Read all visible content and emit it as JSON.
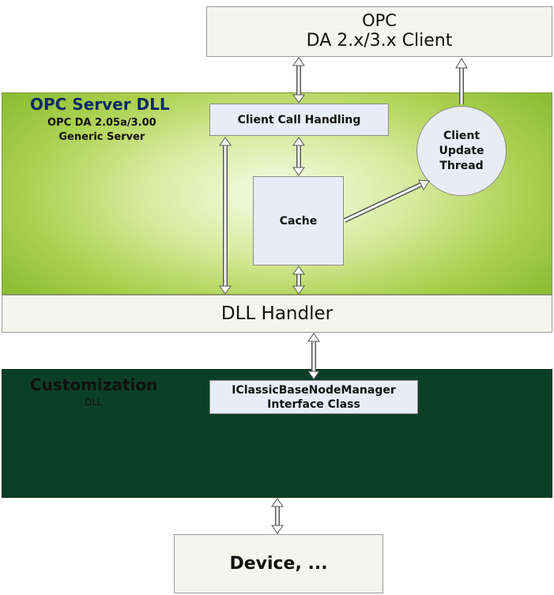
{
  "opc_client": {
    "line1": "OPC",
    "line2": "DA 2.x/3.x Client"
  },
  "server_dll": {
    "title": "OPC Server DLL",
    "subtitle_line1": "OPC DA 2.05a/3.00",
    "subtitle_line2": "Generic Server"
  },
  "client_call_handling": "Client Call Handling",
  "cache": "Cache",
  "client_update_thread": {
    "line1": "Client",
    "line2": "Update",
    "line3": "Thread"
  },
  "dll_handler": "DLL Handler",
  "customization_dll": {
    "title": "Customization",
    "subtitle": "DLL"
  },
  "interface_class": {
    "line1": "IClassicBaseNodeManager",
    "line2": "Interface Class"
  },
  "device": "Device, ...",
  "colors": {
    "server_panel_green": "#aacf4d",
    "customization_panel_dark_green": "#0c4026",
    "box_lavender": "#e8ecf7",
    "box_cream": "#f4f5ee",
    "server_title_blue": "#0e2a66"
  }
}
